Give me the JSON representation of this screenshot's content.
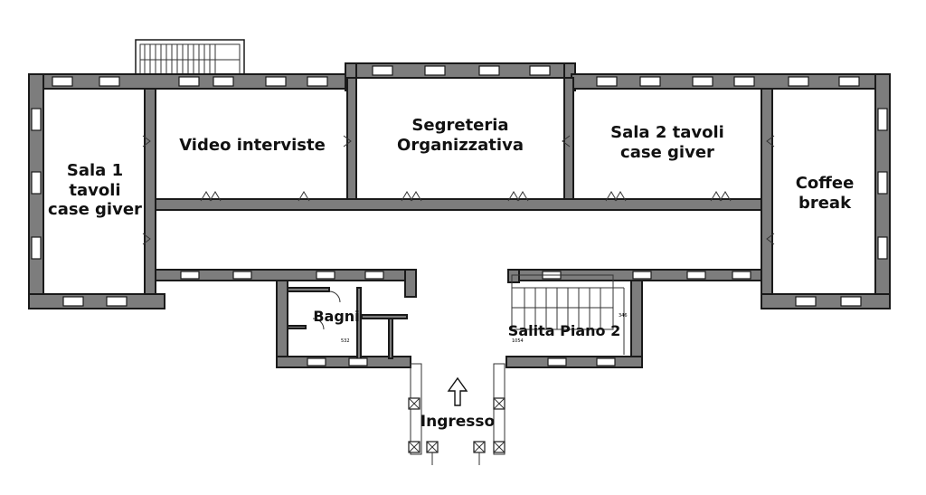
{
  "rooms": {
    "sala1": "Sala 1\ntavoli\ncase giver",
    "video": "Video interviste",
    "segreteria": "Segreteria\nOrganizzativa",
    "sala2": "Sala 2 tavoli\ncase giver",
    "coffee": "Coffee\nbreak",
    "bagni": "Bagni",
    "stairs": "Salita Piano 2",
    "entrance": "Ingresso"
  },
  "annotations": {
    "dim_532": "532",
    "dim_1054": "1054",
    "dim_346": "346"
  }
}
